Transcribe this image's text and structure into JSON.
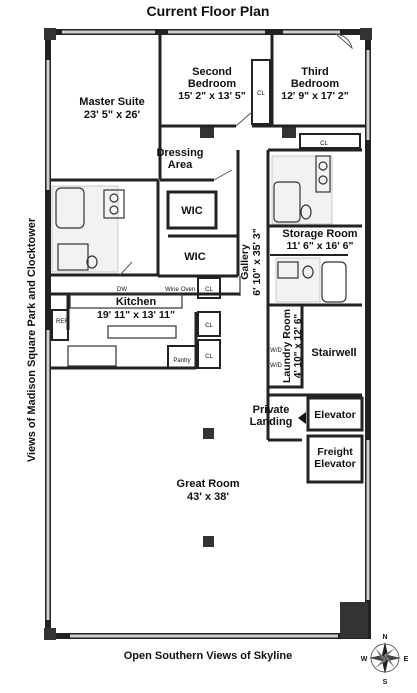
{
  "title": "Current Floor Plan",
  "footer": "Open Southern Views of Skyline",
  "side_label": "Views of Madison Square Park and Clocktower",
  "rooms": {
    "master": {
      "name": "Master Suite",
      "dims": "23' 5\" x 26'"
    },
    "second": {
      "name1": "Second",
      "name2": "Bedroom",
      "dims": "15' 2\" x 13' 5\""
    },
    "third": {
      "name1": "Third",
      "name2": "Bedroom",
      "dims": "12' 9\" x 17' 2\""
    },
    "dressing": {
      "name1": "Dressing",
      "name2": "Area"
    },
    "wic1": "WIC",
    "wic2": "WIC",
    "gallery": {
      "name": "Gallery",
      "dims": "6' 10\" x 35' 3\""
    },
    "storage": {
      "name": "Storage Room",
      "dims": "11' 6\" x 16' 6\""
    },
    "kitchen": {
      "name": "Kitchen",
      "dims": "19' 11\" x 13' 11\""
    },
    "laundry": {
      "name": "Laundry Room",
      "dims": "4' 10\" x 12' 6\""
    },
    "stairwell": "Stairwell",
    "landing": {
      "name1": "Private",
      "name2": "Landing"
    },
    "elevator": "Elevator",
    "freight": {
      "name1": "Freight",
      "name2": "Elevator"
    },
    "great": {
      "name": "Great Room",
      "dims": "43' x 38'"
    }
  },
  "small_labels": {
    "cl": "CL",
    "dw": "DW",
    "wine": "Wine",
    "oven": "Oven",
    "ref": "REF",
    "pantry": "Pantry",
    "wd": "W/D"
  },
  "compass": {
    "n": "N",
    "s": "S",
    "e": "E",
    "w": "W"
  }
}
